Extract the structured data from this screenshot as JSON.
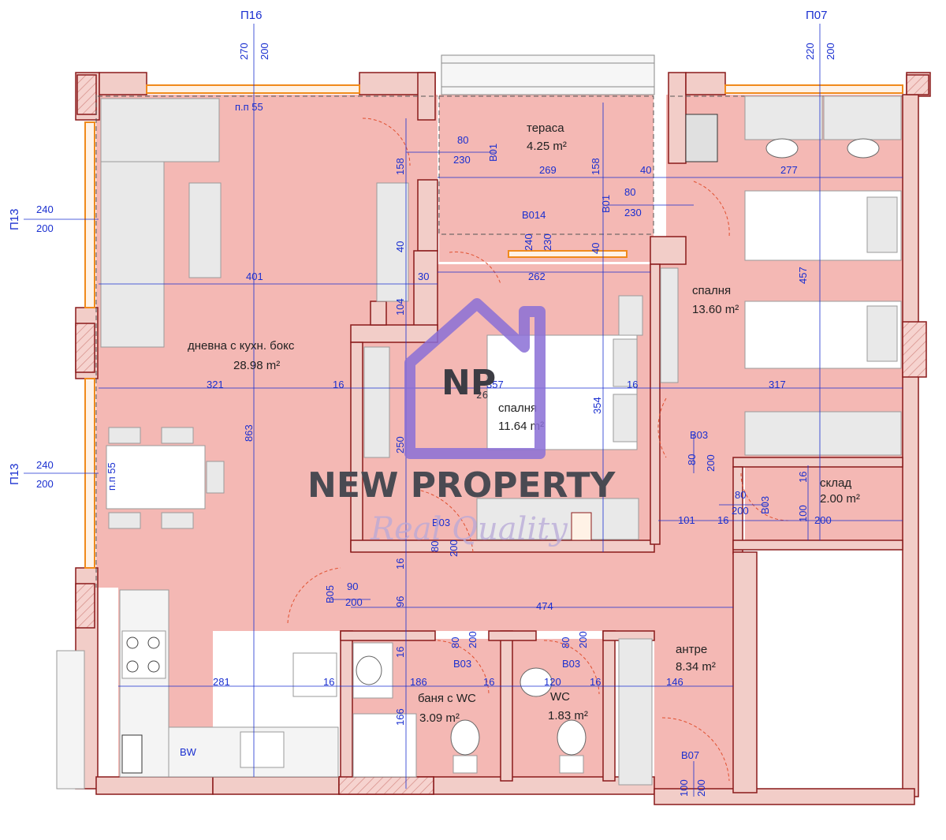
{
  "rooms": {
    "living": {
      "name": "дневна с кухн. бокс",
      "area": "28.98 m²"
    },
    "terrace": {
      "name": "тераса",
      "area": "4.25 m²"
    },
    "bedroom_right": {
      "name": "спалня",
      "area": "13.60 m²"
    },
    "bedroom_mid": {
      "name": "спалня",
      "area": "11.64 m²"
    },
    "storage": {
      "name": "склад",
      "area": "2.00 m²"
    },
    "hall": {
      "name": "антре",
      "area": "8.34 m²"
    },
    "bath": {
      "name": "баня с WC",
      "area": "3.09 m²"
    },
    "wc": {
      "name": "WC",
      "area": "1.83 m²"
    }
  },
  "openings": {
    "p16": {
      "code": "П16",
      "w": "270",
      "h": "200"
    },
    "p07": {
      "code": "П07",
      "w": "220",
      "h": "200"
    },
    "p13a": {
      "code": "П13",
      "w": "240",
      "h": "200"
    },
    "p13b": {
      "code": "П13",
      "w": "240",
      "h": "200"
    },
    "b01a": {
      "code": "В01",
      "w": "80",
      "h": "230"
    },
    "b01b": {
      "code": "В01",
      "w": "80",
      "h": "230"
    },
    "b014": {
      "code": "В014",
      "w": "240",
      "h": "230"
    },
    "b03_store": {
      "code": "В03",
      "w": "80",
      "h": "200"
    },
    "b03_store2": {
      "code": "В03",
      "w": "80",
      "h": "200"
    },
    "b03_bed": {
      "code": "В03",
      "w": "80",
      "h": "200"
    },
    "b05": {
      "code": "В05",
      "w": "90",
      "h": "200"
    },
    "b03_bath": {
      "code": "В03",
      "w": "80",
      "h": "200"
    },
    "b03_wc": {
      "code": "В03",
      "w": "80",
      "h": "200"
    },
    "b07": {
      "code": "В07",
      "w": "100",
      "h": "200"
    }
  },
  "annotations": {
    "pp55_top": "п.п 55",
    "pp55_left": "п.п 55",
    "mw": "BW"
  },
  "dimensions": {
    "d401": "401",
    "d863": "863",
    "d321": "321",
    "d16a": "16",
    "d357": "357",
    "d354": "354",
    "d16b": "16",
    "d317": "317",
    "d457": "457",
    "d269": "269",
    "d158a": "158",
    "d158b": "158",
    "d40a": "40",
    "d277": "277",
    "d262": "262",
    "d40b": "40",
    "d40c": "40",
    "d30": "30",
    "d104": "104",
    "d250": "250",
    "d16c": "16",
    "d96": "96",
    "d474": "474",
    "d101": "101",
    "d16d": "16",
    "d16e": "16",
    "d100": "100",
    "d200s": "200",
    "d16f": "16",
    "d281": "281",
    "d16g": "16",
    "d186": "186",
    "d16h": "16",
    "d120": "120",
    "d16i": "16",
    "d146": "146",
    "d166": "166",
    "d26": "26"
  },
  "branding": {
    "logo": "NP",
    "name": "NEW PROPERTY",
    "tagline": "Real Quality"
  },
  "colors": {
    "floor": "#f4b8b4",
    "wall": "#f2cdc8",
    "dimension": "#1a2fd0",
    "door": "#f08a1c",
    "logo": "#8a6fd6"
  }
}
